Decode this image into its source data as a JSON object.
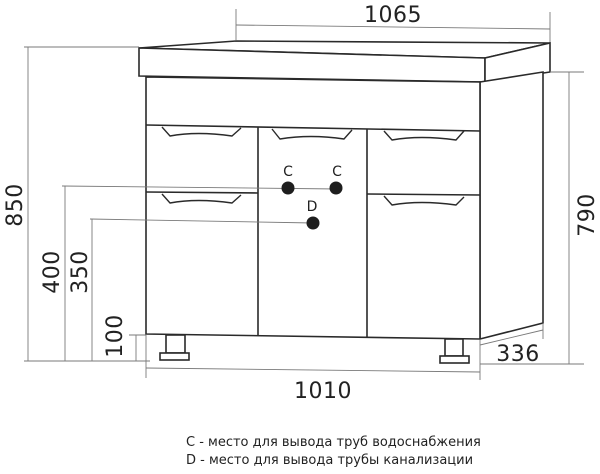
{
  "drawing": {
    "subject": "bathroom vanity cabinet with sink top",
    "dimensions": {
      "top_width": "1065",
      "base_width": "1010",
      "total_height": "850",
      "cabinet_height": "790",
      "depth": "336",
      "pipe_c_height": "400",
      "pipe_d_height": "350",
      "leg_height": "100"
    },
    "markers": {
      "c_left": "C",
      "c_right": "C",
      "d": "D"
    }
  },
  "legend": {
    "items": [
      {
        "key": "C",
        "text": "C - место для вывода труб водоснабжения"
      },
      {
        "key": "D",
        "text": "D - место для вывода трубы канализации"
      }
    ]
  },
  "colors": {
    "line": "#2a2a2a",
    "dimension_line": "#7a7a7a",
    "marker": "#1e1e1e",
    "background": "#ffffff"
  }
}
